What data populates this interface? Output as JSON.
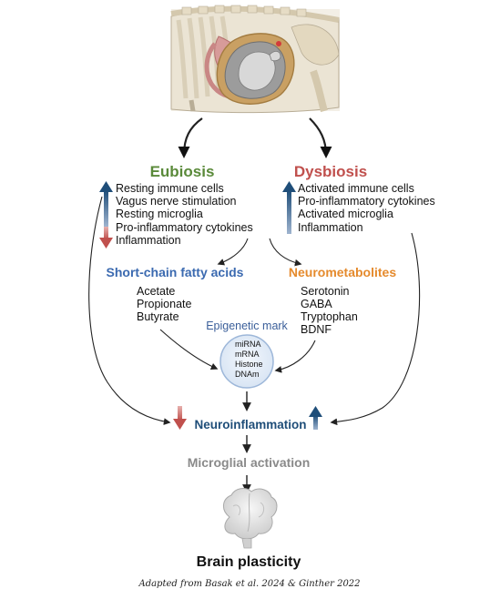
{
  "eubiosis": {
    "title": "Eubiosis",
    "items": [
      "Resting immune cells",
      "Vagus nerve stimulation",
      "Resting microglia",
      "Pro-inflammatory cytokines",
      "Inflammation"
    ]
  },
  "dysbiosis": {
    "title": "Dysbiosis",
    "items": [
      "Activated immune cells",
      "Pro-inflammatory cytokines",
      "Activated microglia",
      "Inflammation"
    ]
  },
  "scfa": {
    "title": "Short-chain  fatty acids",
    "items": [
      "Acetate",
      "Propionate",
      "Butyrate"
    ]
  },
  "neurometabolites": {
    "title": "Neurometabolites",
    "items": [
      "Serotonin",
      "GABA",
      "Tryptophan",
      "BDNF"
    ]
  },
  "epigenetic": {
    "title": "Epigenetic mark",
    "items": [
      "miRNA",
      "mRNA",
      "Histone",
      "DNAm"
    ]
  },
  "neuroinflammation": "Neuroinflammation",
  "microglial_activation": "Microglial activation",
  "brain_plasticity": "Brain plasticity",
  "credit": "Adapted from Basak et al. 2024 & Ginther 2022",
  "colors": {
    "eubiosis": "#5a8a3a",
    "dysbiosis": "#c0504d",
    "up_arrow": "#1f4e79",
    "down_arrow": "#c0504d",
    "scfa": "#3b6ab0",
    "neurometabolites": "#e58a2c",
    "epigenetic": "#3b5f9a",
    "microglial": "#8a8a8a"
  }
}
